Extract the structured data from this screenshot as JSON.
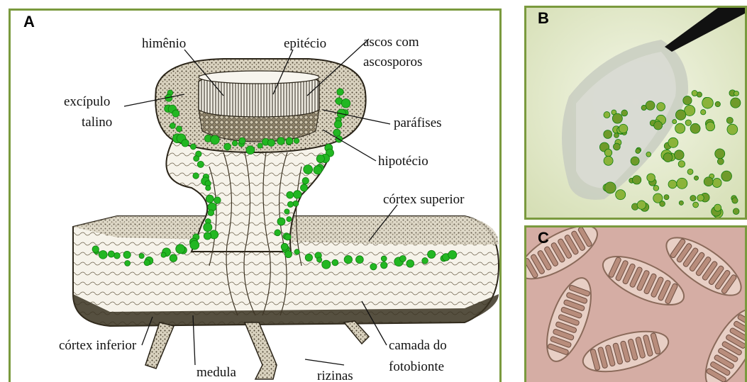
{
  "panels": {
    "a": {
      "letter": "A",
      "labels": {
        "himenio": "himênio",
        "epitecio": "epitécio",
        "ascos_line1": "ascos com",
        "ascos_line2": "ascosporos",
        "excipulo_line1": "excípulo",
        "excipulo_line2": "talino",
        "parafises": "paráfises",
        "hipotecio": "hipotécio",
        "cortex_superior": "córtex superior",
        "cortex_inferior": "córtex inferior",
        "camada_line1": "camada do",
        "camada_line2": "fotobionte",
        "medula": "medula",
        "rizinas": "rizinas"
      }
    },
    "b": {
      "letter": "B"
    },
    "c": {
      "letter": "C"
    }
  },
  "colors": {
    "border": "#7a9a3e",
    "algae": "#22b722",
    "algae_dark": "#0f7d0f",
    "cortex": "#2a2418"
  }
}
